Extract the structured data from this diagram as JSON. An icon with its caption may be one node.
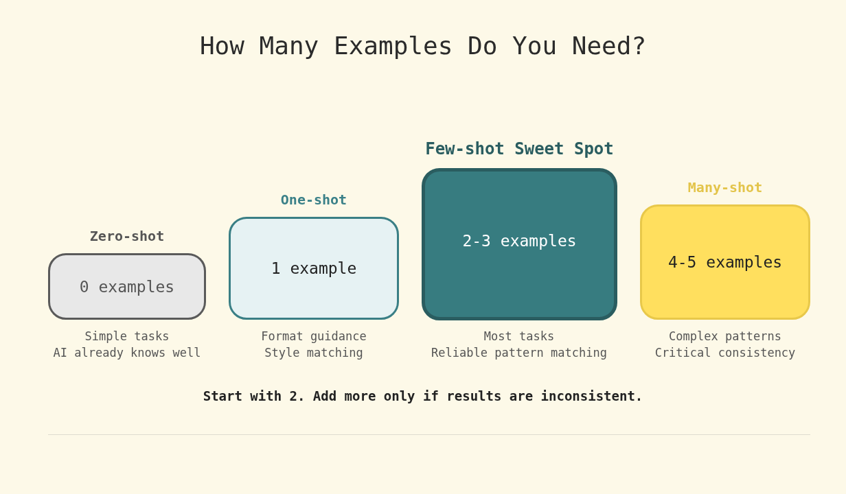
{
  "diagram": {
    "title": "How Many Examples Do You Need?",
    "nodes": [
      {
        "text": [
          "Zero-shot",
          "0 examples"
        ],
        "beside": [
          "Simple tasks",
          "AI already knows well"
        ]
      },
      {
        "text": [
          "One-shot",
          "1 example"
        ],
        "beside": [
          "Format guidance",
          "Style matching"
        ]
      },
      {
        "text": [
          "Few-shot Sweet Spot",
          "2-3 examples"
        ],
        "beside": [
          "Most tasks",
          "Reliable pattern matching"
        ]
      },
      {
        "text": [
          "Many-shot",
          "4-5 examples"
        ],
        "beside": [
          "Complex patterns",
          "Critical consistency"
        ]
      }
    ],
    "labels": [
      "Start with 2. Add more only if results are inconsistent."
    ]
  }
}
